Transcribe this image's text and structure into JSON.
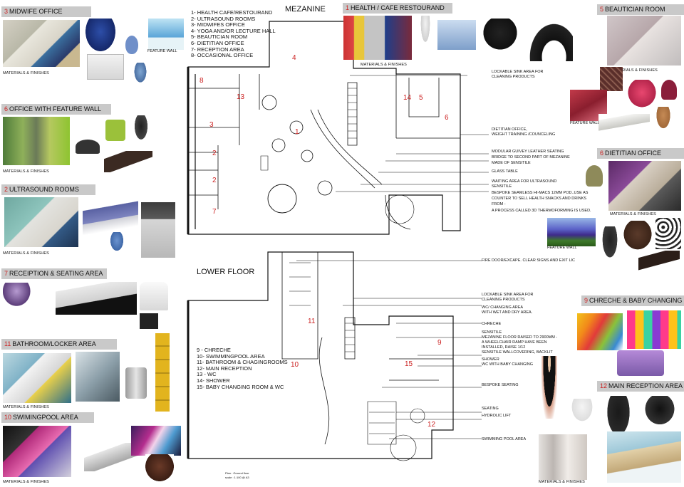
{
  "sections": {
    "midwife": {
      "num": "3",
      "title": "MIDWIFE OFFICE"
    },
    "office_feature": {
      "num": "6",
      "title": "OFFICE WITH  FEATURE WALL"
    },
    "ultrasound": {
      "num": "2",
      "title": "ULTRASOUND ROOMS"
    },
    "reception_seating": {
      "num": "7",
      "title": "RECEIPTION  & SEATING AREA"
    },
    "bathroom": {
      "num": "11",
      "title": "BATHROOM/LOCKER AREA"
    },
    "pool": {
      "num": "10",
      "title": "SWIMINGPOOL AREA"
    },
    "health_cafe": {
      "num": "1",
      "title": "HEALTH / CAFE RESTOURAND"
    },
    "beautician": {
      "num": "5",
      "title": "BEAUTICIAN ROOM"
    },
    "dietitian": {
      "num": "6",
      "title": "DIETITIAN   OFFICE"
    },
    "creche": {
      "num": "9",
      "title": "CHRECHE  & BABY CHANGING"
    },
    "main_reception": {
      "num": "12",
      "title": "MAIN RECEPTION AREA"
    }
  },
  "labels": {
    "materials": "MATERIALS & FINISHES",
    "feature_wall": "FEATURE WALL",
    "mezanine": "MEZANINE",
    "lower_floor": "LOWER FLOOR"
  },
  "mezanine_legend": [
    "1- HEALTH CAFE/RESTOURAND",
    "2- ULTRASOUND  ROOMS",
    "3- MIDWIFES OFFICE",
    "4- YOGA and/or LECTURE HALL",
    "5- BEAUTICIAN ROOM",
    "6- DIETITIAN OFFICE",
    "7- RECEPTION AREA",
    "8- OCCASIONAL OFFICE"
  ],
  "lower_legend": [
    "9  - CHRECHE",
    "10- SWIMMINGPOOL AREA",
    "11- BATHROOM & CHAGINGROOMS",
    "12- MAIN RECEPTION",
    "13 - WC",
    "14- SHOWER",
    "15- BABY CHANGING ROOM & WC"
  ],
  "mezanine_annotations": [
    "LOCKABLE SINK AREA FOR",
    "CLEANING PRODUCTS",
    "DIETITIAN OFFICE,",
    "WEIGHT TRAINING /COUNCELING",
    "MODULAR GUIVEY LEATHER SEATING",
    "BRIDGE TO SECOND PART OF MEZANINE",
    "MADE OF SENSITILE",
    "GLASS TABLE",
    "WAITING AREA FOR ULTRASOUND",
    "SENSITILE",
    "BESPOKE SEAMLESS HI-MACS 12mm POD..USE AS",
    "COUNTER TO SELL HEALTH SNACKS AND DRINKS",
    "FROM -",
    "A PROCESS CALLED 3D THERMOFORMING IS USED."
  ],
  "lower_annotations": [
    "FIRE DOOR/EXCAPE. CLEAR SIGNS AND EXIT LIC",
    "LOCKABLE SINK AREA FOR",
    "CLEANING PRODUCTS",
    "WC/ CHANGING AREA",
    "WITH WET AND DRY AREA.",
    "CHRECHE",
    "SENSITILE",
    "MEZANINE FLOOR RAISED TO 2900MM -",
    "A WHEELCHAIR RAMP HAVE BEEN",
    "INSTALLED, RAISE 1/12",
    "SENSITILE WALLCOVERING, BACKLIT",
    "SHOWER",
    "WC WITH BABY CHANGING",
    "BESPOKE SEATING",
    "SEATING",
    "HYDROLIC LIFT",
    "SWIMMING POOL AREA"
  ],
  "room_numbers_mez": [
    "8",
    "13",
    "3",
    "2",
    "2",
    "7",
    "4",
    "1",
    "14",
    "5",
    "6"
  ],
  "room_numbers_lower": [
    "11",
    "9",
    "10",
    "15",
    "12"
  ],
  "plan_caption": "Plan : Ground floor",
  "plan_scale": "scale : 1:100 @ A3",
  "colors": {
    "tag_bg": "#c9c9c9",
    "room_number": "#cc2222"
  }
}
